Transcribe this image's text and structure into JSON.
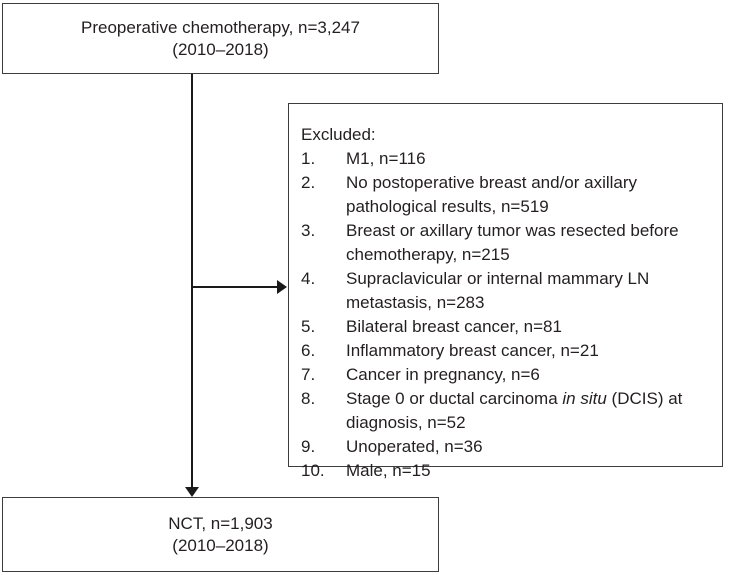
{
  "flow": {
    "top_box": {
      "line1": "Preoperative chemotherapy, n=3,247",
      "line2": "(2010–2018)"
    },
    "excluded_box": {
      "heading": "Excluded:",
      "items": [
        {
          "num": "1.",
          "text": "M1, n=116"
        },
        {
          "num": "2.",
          "text": "No postoperative breast and/or axillary pathological results, n=519"
        },
        {
          "num": "3.",
          "text": "Breast or axillary tumor was resected before chemotherapy, n=215"
        },
        {
          "num": "4.",
          "text": "Supraclavicular or internal mammary LN metastasis, n=283"
        },
        {
          "num": "5.",
          "text": "Bilateral breast cancer, n=81"
        },
        {
          "num": "6.",
          "text": "Inflammatory breast cancer, n=21"
        },
        {
          "num": "7.",
          "text": "Cancer in pregnancy, n=6"
        },
        {
          "num": "8.",
          "pre": "Stage 0 or ductal carcinoma ",
          "italic": "in situ",
          "post": " (DCIS) at diagnosis, n=52"
        },
        {
          "num": "9.",
          "text": "Unoperated, n=36"
        },
        {
          "num": "10.",
          "text": "Male, n=15"
        }
      ]
    },
    "bottom_box": {
      "line1": "NCT, n=1,903",
      "line2": "(2010–2018)"
    }
  },
  "colors": {
    "border": "#3d3d3d",
    "text": "#231f20",
    "line": "#1a1a1a",
    "background": "#ffffff"
  }
}
